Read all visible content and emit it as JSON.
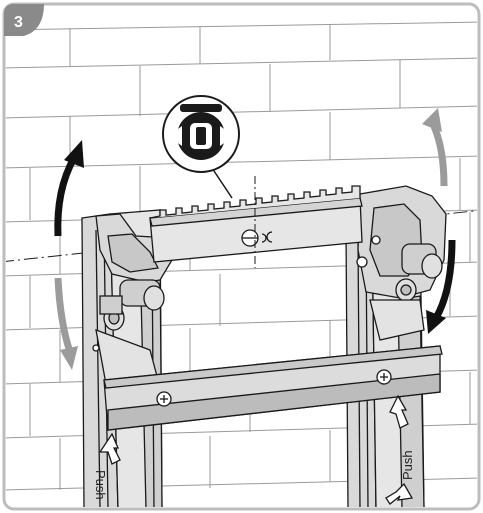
{
  "step": {
    "number": "3"
  },
  "labels": {
    "push_left": "Push",
    "push_right": "Push"
  },
  "colors": {
    "frame_border": "#bdbdbd",
    "badge": "#8a8a8a",
    "wall_lines": "#9a9a9a",
    "metal_fill": "#d9d9d9",
    "metal_dark": "#b8b8b8",
    "line": "#1a1a1a",
    "arrow_dark": "#111111",
    "arrow_light": "#9b9b9b"
  },
  "icons": [
    "spirit-level-icon",
    "rotate-arrow-icon",
    "screw-icon",
    "push-arrow-icon"
  ]
}
